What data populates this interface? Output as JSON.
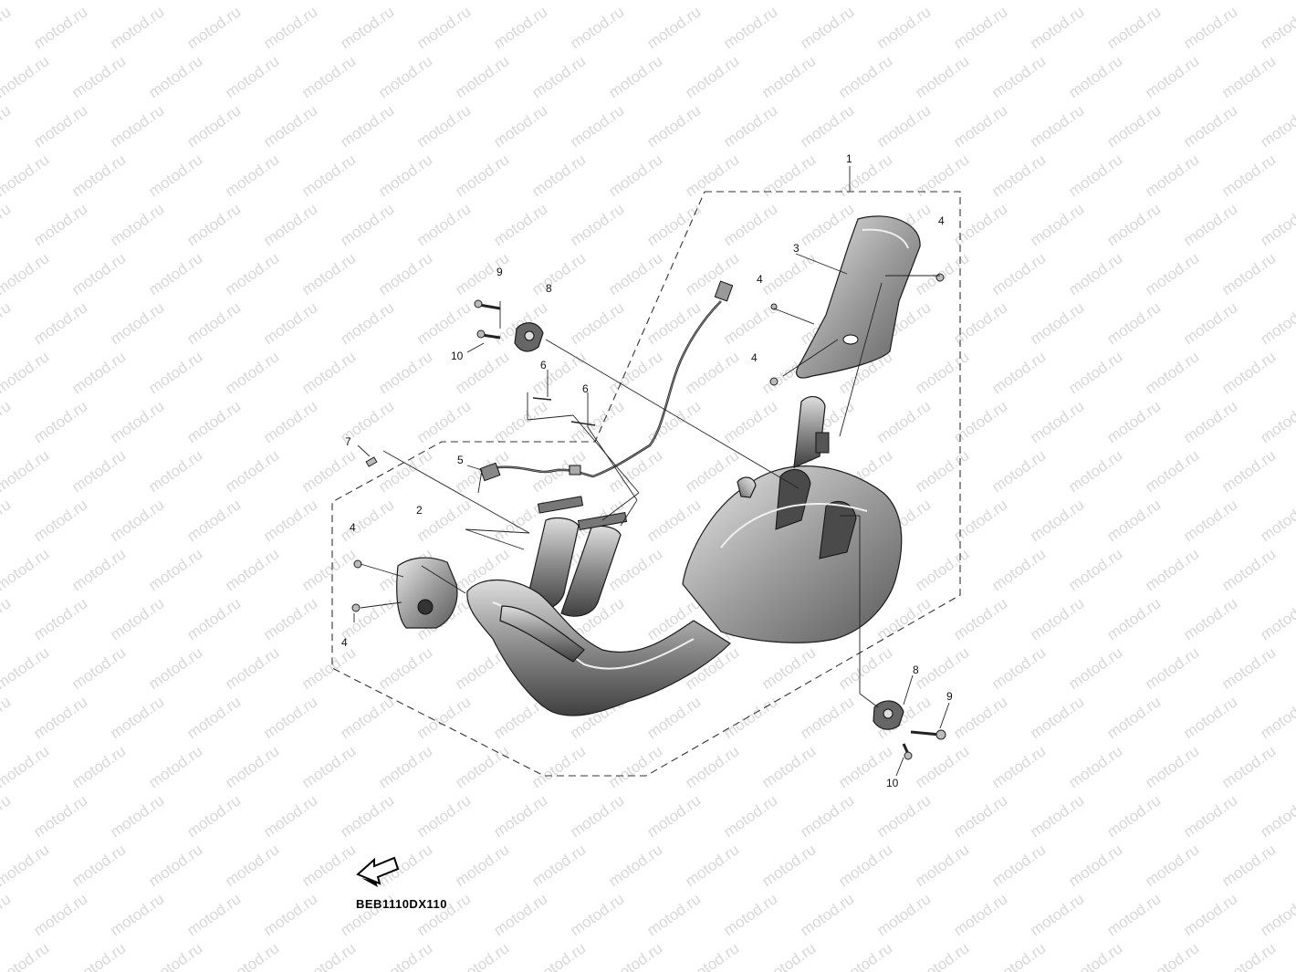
{
  "watermark": {
    "text": "motod.ru",
    "color": "#d8d8d8"
  },
  "diagram_code": "BEB1110DX110",
  "callouts": [
    {
      "id": "c1",
      "label": "1"
    },
    {
      "id": "c2",
      "label": "2"
    },
    {
      "id": "c3",
      "label": "3"
    },
    {
      "id": "c4a",
      "label": "4"
    },
    {
      "id": "c4b",
      "label": "4"
    },
    {
      "id": "c4c",
      "label": "4"
    },
    {
      "id": "c4d",
      "label": "4"
    },
    {
      "id": "c4e",
      "label": "4"
    },
    {
      "id": "c5",
      "label": "5"
    },
    {
      "id": "c6a",
      "label": "6"
    },
    {
      "id": "c6b",
      "label": "6"
    },
    {
      "id": "c7",
      "label": "7"
    },
    {
      "id": "c8a",
      "label": "8"
    },
    {
      "id": "c8b",
      "label": "8"
    },
    {
      "id": "c9a",
      "label": "9"
    },
    {
      "id": "c9b",
      "label": "9"
    },
    {
      "id": "c10a",
      "label": "10"
    },
    {
      "id": "c10b",
      "label": "10"
    }
  ],
  "front_arrow_icon": "front-direction-arrow-icon"
}
